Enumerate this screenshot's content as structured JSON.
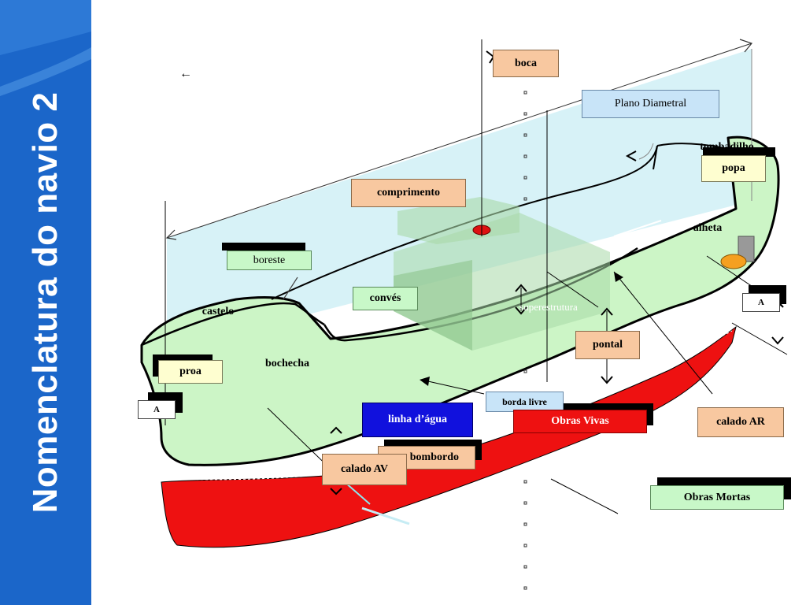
{
  "slide": {
    "title": "Nomenclatura do navio 2"
  },
  "diagram": {
    "labels": {
      "boca": "boca",
      "plano_diametral": "Plano Diametral",
      "tombadilho": "tombadilho",
      "popa": "popa",
      "comprimento": "comprimento",
      "boreste": "boreste",
      "alheta": "alheta",
      "castelo": "castelo",
      "conves": "convés",
      "superestrutura": "superestrutura",
      "pontal": "pontal",
      "proa": "proa",
      "bochecha": "bochecha",
      "borda_livre": "borda livre",
      "linha_dagua": "linha d’água",
      "obras_vivas": "Obras Vivas",
      "calado_ar": "calado AR",
      "bombordo": "bombordo",
      "calado_av": "calado AV",
      "obras_mortas": "Obras Mortas",
      "a_bow": "A",
      "a_stern": "A"
    },
    "colors": {
      "hull_green": "#ccf5c6",
      "underwater_red": "#ee1111",
      "plane_blue": "#c6ecf4",
      "sidebar_blue": "#1b66c9"
    }
  }
}
